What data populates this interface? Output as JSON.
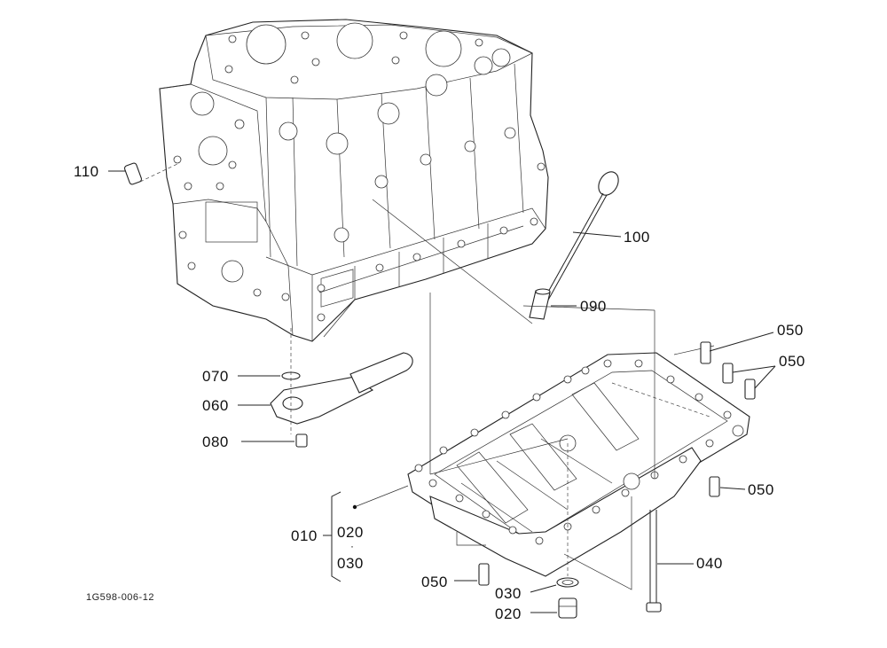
{
  "diagram": {
    "drawing_code": "1G598-006-12",
    "callouts": {
      "c110": "110",
      "c100": "100",
      "c090": "090",
      "c050a": "050",
      "c050b": "050",
      "c050c": "050",
      "c050d": "050",
      "c070": "070",
      "c060": "060",
      "c080": "080",
      "c010": "010",
      "c020a": "020",
      "c030a": "030",
      "c040": "040",
      "c030b": "030",
      "c020b": "020"
    },
    "sub_separator": "·"
  }
}
